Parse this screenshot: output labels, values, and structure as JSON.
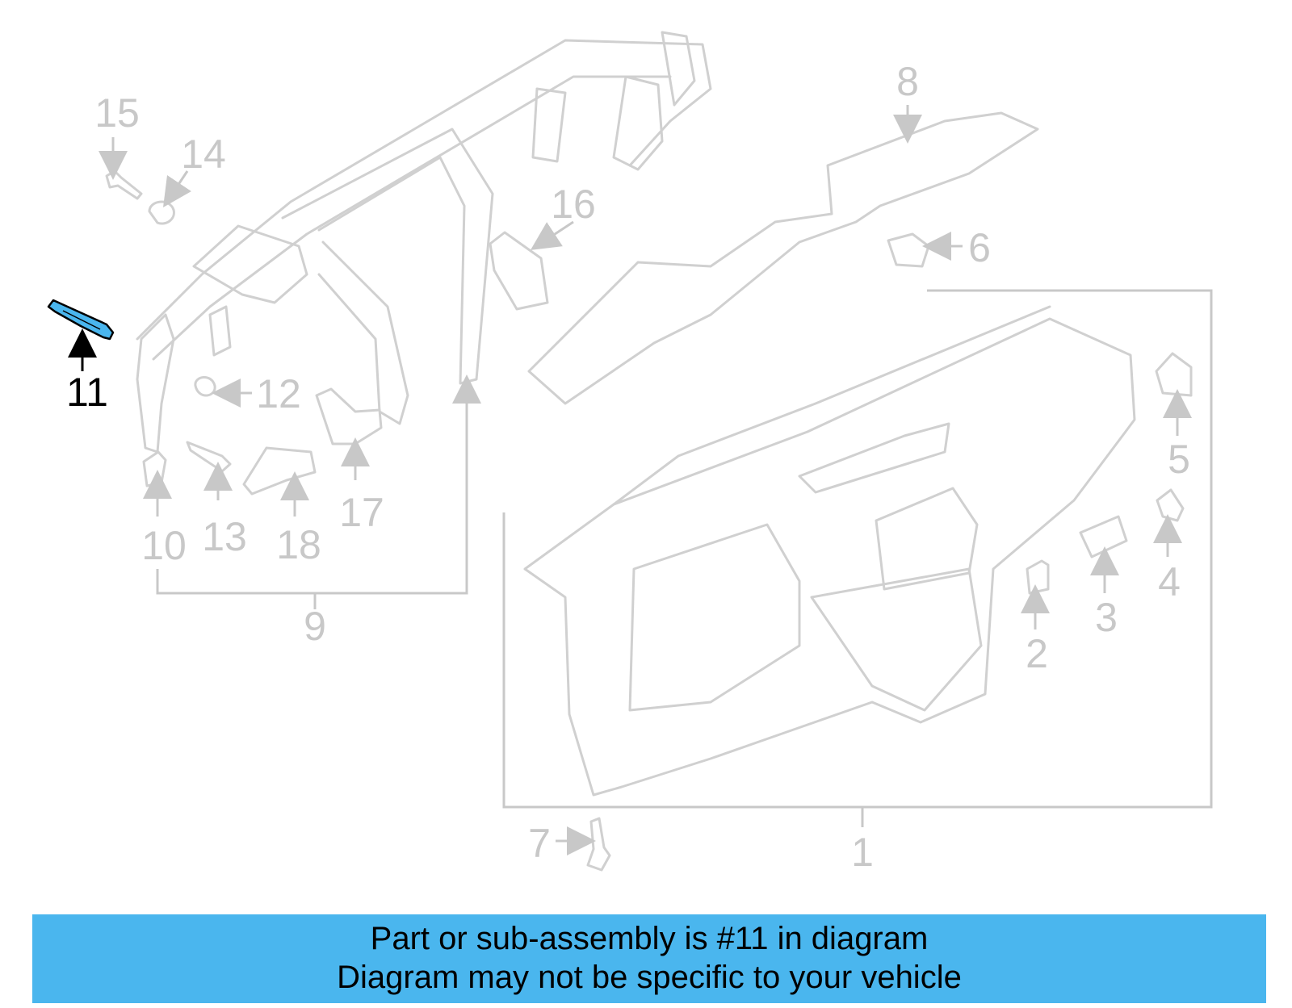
{
  "diagram": {
    "highlighted_part": "11",
    "highlight_color": "#4ab6ee",
    "callouts": [
      "1",
      "2",
      "3",
      "4",
      "5",
      "6",
      "7",
      "8",
      "9",
      "10",
      "11",
      "12",
      "13",
      "14",
      "15",
      "16",
      "17",
      "18"
    ]
  },
  "banner": {
    "line1": "Part or sub-assembly is #11 in diagram",
    "line2": "Diagram may not be specific to your vehicle",
    "color": "#4ab6ee"
  }
}
